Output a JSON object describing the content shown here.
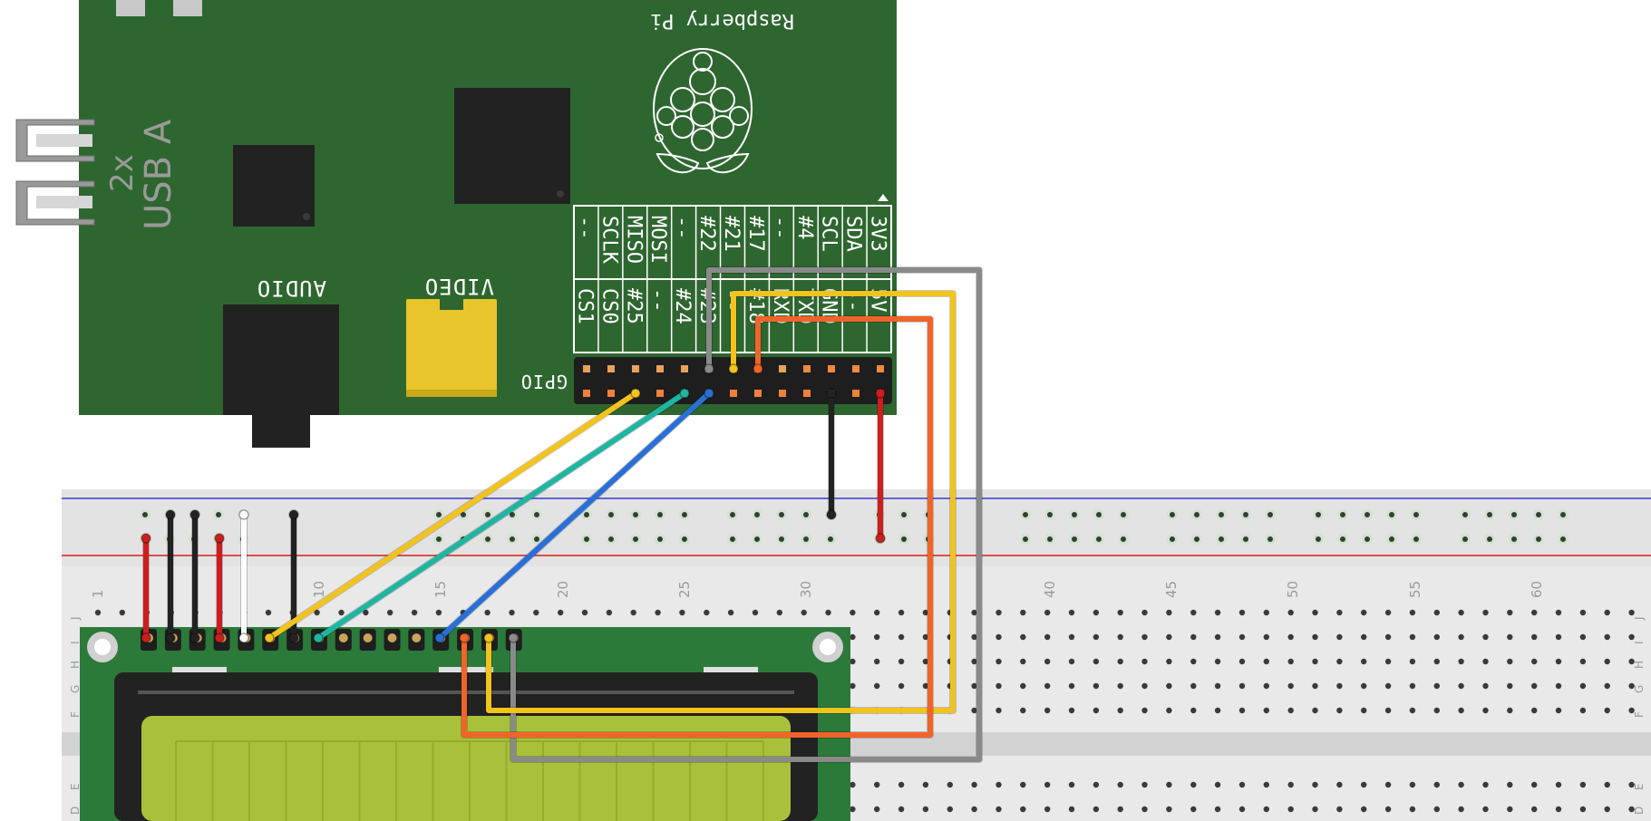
{
  "pi": {
    "name": "Raspberry Pi",
    "usb_label": "USB A",
    "usb_count": "2x",
    "audio_label": "AUDIO",
    "video_label": "VIDEO",
    "gpio_label": "GPIO",
    "board_color": "#2e6630"
  },
  "gpio_labels_top": [
    "3V3",
    "SDA",
    "SCL",
    "#4",
    "--",
    "#17",
    "#21",
    "#22",
    "--",
    "MOSI",
    "MISO",
    "SCLK",
    "--"
  ],
  "gpio_labels_bottom": [
    "5V",
    "--",
    "GND",
    "TXD",
    "RXD",
    "#18",
    "--",
    "#23",
    "#24",
    "--",
    "#25",
    "CS0",
    "CS1"
  ],
  "breadboard": {
    "column_numbers": [
      "1",
      "10",
      "15",
      "20",
      "25",
      "30",
      "40",
      "45",
      "50",
      "55",
      "60"
    ],
    "row_letters": [
      "J",
      "I",
      "H",
      "G",
      "F",
      "E",
      "D"
    ]
  },
  "lcd": {
    "pcb_color": "#2c7a3a",
    "screen_color": "#a9c13a"
  },
  "colors": {
    "wire_red": "#cc1e1e",
    "wire_black": "#222222",
    "wire_white": "#ffffff",
    "wire_yellow": "#f2c31c",
    "wire_teal": "#1fb5a0",
    "wire_blue": "#2a6fd6",
    "wire_orange": "#f0642a",
    "wire_gray": "#8a8a8a",
    "rail_blue": "#3b3bd0",
    "rail_red": "#d62020"
  }
}
